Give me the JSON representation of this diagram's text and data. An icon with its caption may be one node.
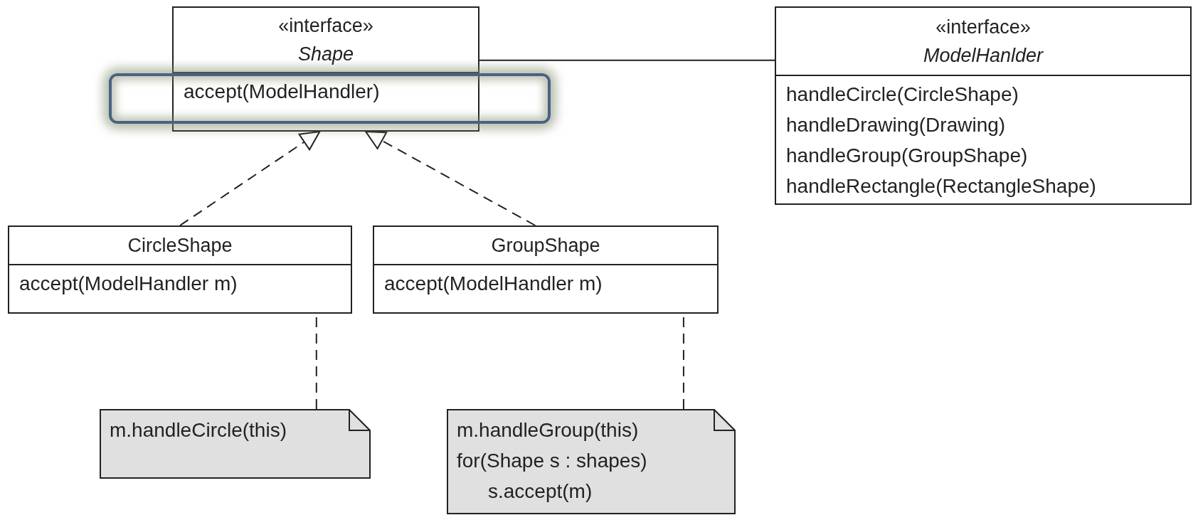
{
  "diagram": {
    "nodes": [
      {
        "text": [
          "«interface»",
          "Shape",
          "accept(ModelHandler)"
        ]
      },
      {
        "text": [
          "«interface»",
          "ModelHanlder",
          "handleCircle(CircleShape)",
          "handleDrawing(Drawing)",
          "handleGroup(GroupShape)",
          "handleRectangle(RectangleShape)"
        ]
      },
      {
        "text": [
          "CircleShape",
          "accept(ModelHandler m)"
        ]
      },
      {
        "text": [
          "GroupShape",
          "accept(ModelHandler m)"
        ]
      },
      {
        "text": [
          "m.handleCircle(this)"
        ]
      },
      {
        "text": [
          "m.handleGroup(this)",
          "for(Shape s : shapes)",
          "s.accept(m)"
        ]
      }
    ],
    "edges": [
      {
        "from": 0,
        "to": 1,
        "arrow": "none"
      },
      {
        "from": 2,
        "to": 0,
        "arrow": "to",
        "style": "dashed"
      },
      {
        "from": 3,
        "to": 0,
        "arrow": "to",
        "style": "dashed"
      },
      {
        "from": 4,
        "to": 2,
        "arrow": "none",
        "style": "dashed"
      },
      {
        "from": 5,
        "to": 3,
        "arrow": "none",
        "style": "dashed"
      }
    ]
  }
}
